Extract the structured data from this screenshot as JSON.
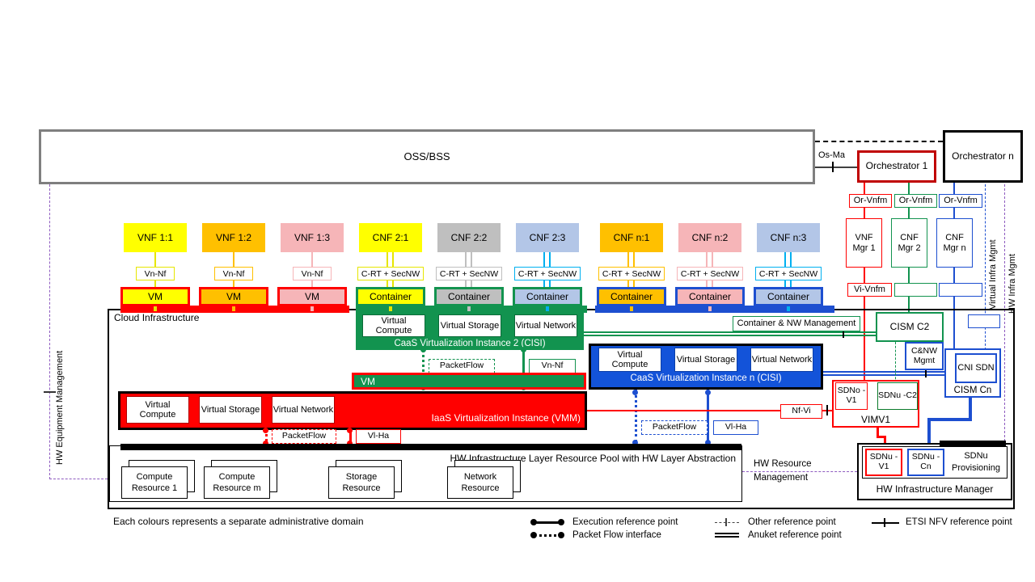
{
  "oss_bss": "OSS/BSS",
  "os_ma": "Os-Ma",
  "orch1": "Orchestrator 1",
  "orchn": "Orchestrator n",
  "or_vnfm_1": "Or-Vnfm",
  "or_vnfm_2": "Or-Vnfm",
  "or_vnfm_n": "Or-Vnfm",
  "vnf_mgr1": "VNF Mgr 1",
  "cnf_mgr2": "CNF Mgr 2",
  "cnf_mgrn": "CNF Mgr n",
  "vi_vnfm": "Vi-Vnfm",
  "cloud_label": "Cloud Infrastructure",
  "nf_row": [
    {
      "nf": "VNF 1:1",
      "iface": "Vn-Nf",
      "unit": "VM",
      "fill": "#ffff00",
      "line": "#e6e600",
      "unit_border": "#ff0000",
      "double": false
    },
    {
      "nf": "VNF 1:2",
      "iface": "Vn-Nf",
      "unit": "VM",
      "fill": "#ffc000",
      "line": "#ffc000",
      "unit_border": "#ff0000",
      "double": false
    },
    {
      "nf": "VNF 1:3",
      "iface": "Vn-Nf",
      "unit": "VM",
      "fill": "#f6b5b8",
      "line": "#f6b5b8",
      "unit_border": "#ff0000",
      "double": false
    },
    {
      "nf": "CNF 2:1",
      "iface": "C-RT + SecNW",
      "unit": "Container",
      "fill": "#ffff00",
      "line": "#e6e600",
      "unit_border": "#12934f",
      "double": true
    },
    {
      "nf": "CNF 2:2",
      "iface": "C-RT + SecNW",
      "unit": "Container",
      "fill": "#bfbfbf",
      "line": "#bfbfbf",
      "unit_border": "#12934f",
      "double": true
    },
    {
      "nf": "CNF 2:3",
      "iface": "C-RT + SecNW",
      "unit": "Container",
      "fill": "#b3c6e7",
      "line": "#00b0f0",
      "unit_border": "#12934f",
      "double": true
    },
    {
      "nf": "CNF n:1",
      "iface": "C-RT + SecNW",
      "unit": "Container",
      "fill": "#ffc000",
      "line": "#ffc000",
      "unit_border": "#1d4fd0",
      "double": true
    },
    {
      "nf": "CNF n:2",
      "iface": "C-RT + SecNW",
      "unit": "Container",
      "fill": "#f6b5b8",
      "line": "#f6b5b8",
      "unit_border": "#1d4fd0",
      "double": true
    },
    {
      "nf": "CNF n:3",
      "iface": "C-RT + SecNW",
      "unit": "Container",
      "fill": "#b3c6e7",
      "line": "#00b0f0",
      "unit_border": "#1d4fd0",
      "double": true
    }
  ],
  "caas2": {
    "compute": "Virtual Compute",
    "storage": "Virtual Storage",
    "network": "Virtual Network",
    "title": "CaaS Virtualization Instance 2 (CISI)",
    "packetflow": "PacketFlow",
    "vn_nf": "Vn-Nf"
  },
  "vm_bar": "VM",
  "iaas": {
    "compute": "Virtual Compute",
    "storage": "Virtual Storage",
    "network": "Virtual Network",
    "title": "IaaS Virtualization Instance (VMM)",
    "packetflow": "PacketFlow",
    "vl_ha": "Vl-Ha"
  },
  "caasn": {
    "compute": "Virtual Compute",
    "storage": "Virtual Storage",
    "network": "Virtual Network",
    "title": "CaaS Virtualization Instance n (CISI)",
    "packetflow": "PacketFlow",
    "vl_ha": "Vl-Ha"
  },
  "container_nw_mgmt": "Container & NW Management",
  "cism_c2": "CISM C2",
  "cnw_mgmt": "C&NW Mgmt",
  "cni_sdn": "CNI SDN",
  "cism_cn": "CISM Cn",
  "nf_vi": "Nf-Vi",
  "sdno_v1": "SDNo -V1",
  "sdnu_c2": "SDNu -C2",
  "vimv1": "VIMV1",
  "hw_pool_title": "HW Infrastructure Layer Resource Pool with HW Layer Abstraction",
  "resources": [
    "Compute Resource 1",
    "Compute Resource m",
    "Storage Resource",
    "Network Resource"
  ],
  "hw_resource_mgmt": "HW Resource Management",
  "hw_mgr": {
    "sdnu_v1": "SDNu -V1",
    "sdnu_cn": "SDNu -Cn",
    "sdnu_prov": "SDNu Provisioning",
    "title": "HW Infrastructure Manager"
  },
  "side": {
    "hw_equipment": "HW Equipment Management",
    "virtual_infra": "Virtual Infra Mgmt",
    "hw_infra": "HW Infra Mgmt"
  },
  "note": "Each colours represents a separate administrative domain",
  "legend": {
    "execution": "Execution reference point",
    "packet": "Packet Flow interface",
    "other": "Other reference point",
    "anuket": "Anuket reference point",
    "etsi": "ETSI NFV reference point"
  },
  "colors": {
    "red": "#ff0000",
    "dark_red": "#c00000",
    "green": "#12934f",
    "blue": "#1d4fd0",
    "caasn_blue": "#1353d9",
    "cyan": "#00b0f0",
    "yellow": "#ffff00",
    "orange": "#ffc000",
    "pink": "#f6b5b8",
    "gray": "#bfbfbf",
    "light_blue": "#b3c6e7",
    "purple": "#8e5bc0"
  }
}
